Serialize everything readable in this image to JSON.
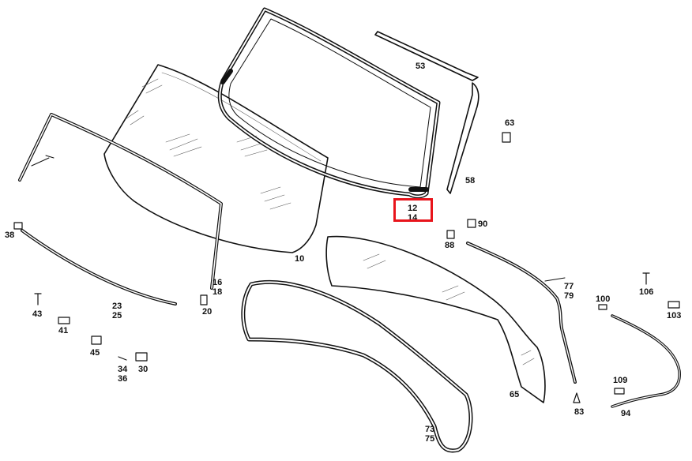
{
  "colors": {
    "line": "#111111",
    "highlight": "#e8141b",
    "background": "#ffffff"
  },
  "highlighted_callout": [
    "12",
    "14"
  ],
  "callouts": [
    {
      "id": "c53",
      "lines": [
        "53"
      ]
    },
    {
      "id": "c63",
      "lines": [
        "63"
      ]
    },
    {
      "id": "c58",
      "lines": [
        "58"
      ]
    },
    {
      "id": "c12",
      "lines": [
        "12",
        "14"
      ]
    },
    {
      "id": "c90",
      "lines": [
        "90"
      ]
    },
    {
      "id": "c88",
      "lines": [
        "88"
      ]
    },
    {
      "id": "c38",
      "lines": [
        "38"
      ]
    },
    {
      "id": "c10",
      "lines": [
        "10"
      ]
    },
    {
      "id": "c16",
      "lines": [
        "16",
        "18"
      ]
    },
    {
      "id": "c20",
      "lines": [
        "20"
      ]
    },
    {
      "id": "c23",
      "lines": [
        "23",
        "25"
      ]
    },
    {
      "id": "c43",
      "lines": [
        "43"
      ]
    },
    {
      "id": "c41",
      "lines": [
        "41"
      ]
    },
    {
      "id": "c45",
      "lines": [
        "45"
      ]
    },
    {
      "id": "c34",
      "lines": [
        "34",
        "36"
      ]
    },
    {
      "id": "c30",
      "lines": [
        "30"
      ]
    },
    {
      "id": "c77",
      "lines": [
        "77",
        "79"
      ]
    },
    {
      "id": "c106",
      "lines": [
        "106"
      ]
    },
    {
      "id": "c100",
      "lines": [
        "100"
      ]
    },
    {
      "id": "c103",
      "lines": [
        "103"
      ]
    },
    {
      "id": "c65",
      "lines": [
        "65"
      ]
    },
    {
      "id": "c83",
      "lines": [
        "83"
      ]
    },
    {
      "id": "c109",
      "lines": [
        "109"
      ]
    },
    {
      "id": "c94",
      "lines": [
        "94"
      ]
    },
    {
      "id": "c73",
      "lines": [
        "73",
        "75"
      ]
    }
  ]
}
